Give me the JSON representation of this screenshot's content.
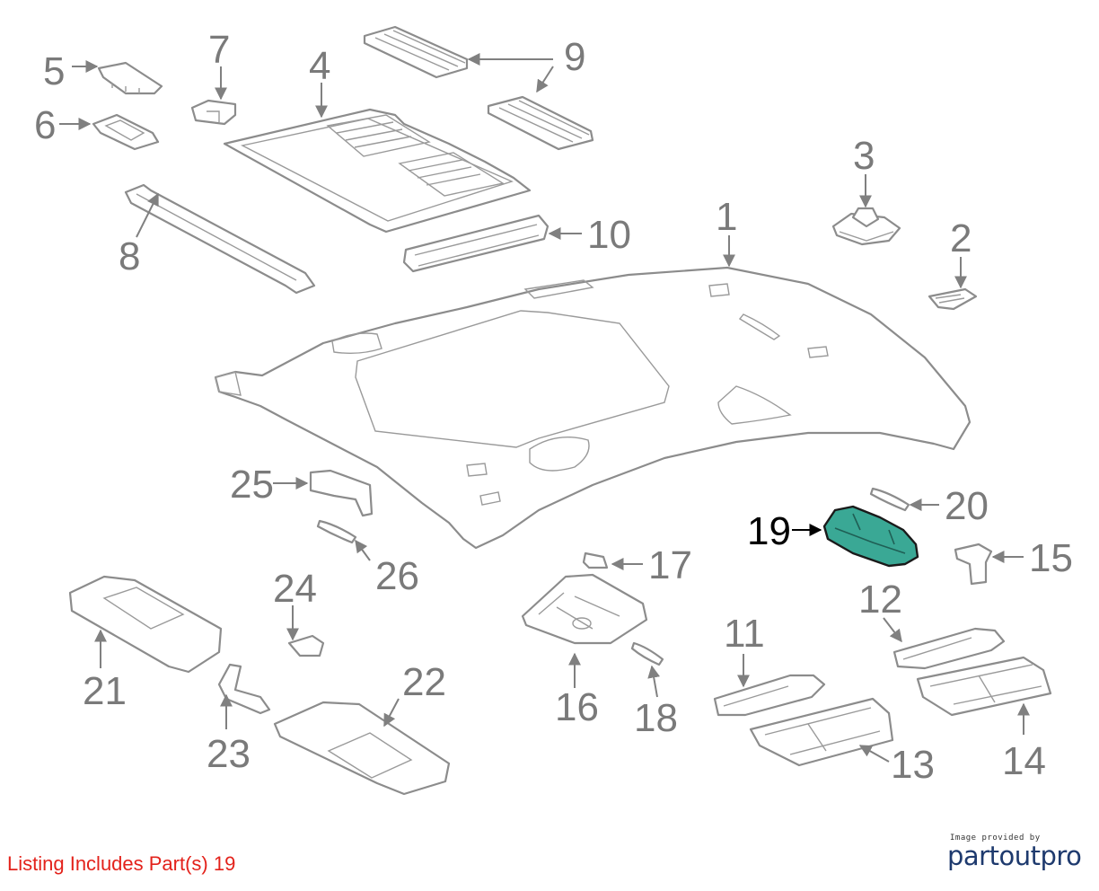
{
  "diagram": {
    "callouts": [
      "1",
      "2",
      "3",
      "4",
      "5",
      "6",
      "7",
      "8",
      "9",
      "10",
      "11",
      "12",
      "13",
      "14",
      "15",
      "16",
      "17",
      "18",
      "19",
      "20",
      "21",
      "22",
      "23",
      "24",
      "25",
      "26"
    ],
    "highlighted_callout": "19",
    "highlight_color": "#3aa895",
    "line_color": "#8c8c8c"
  },
  "footer": {
    "listing_note": "Listing Includes Part(s) 19",
    "listing_note_color": "#e3221b",
    "credit_caption": "Image provided by",
    "credit_brand": "partoutpro",
    "credit_brand_color": "#1e3a6e"
  }
}
